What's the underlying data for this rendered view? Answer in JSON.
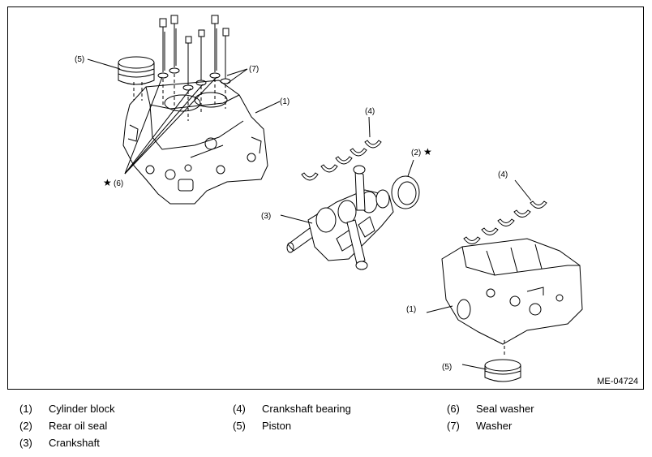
{
  "figure": {
    "id_label": "ME-04724",
    "callouts": {
      "c5_top": "(5)",
      "c7": "(7)",
      "c1_top": "(1)",
      "c4_top": "(4)",
      "c2": "(2)",
      "c6": "(6)",
      "c3": "(3)",
      "c4_bottom": "(4)",
      "c1_bottom": "(1)",
      "c5_bottom": "(5)"
    },
    "star_symbol": "★"
  },
  "legend": [
    {
      "num": "(1)",
      "label": "Cylinder block"
    },
    {
      "num": "(2)",
      "label": "Rear oil seal"
    },
    {
      "num": "(3)",
      "label": "Crankshaft"
    },
    {
      "num": "(4)",
      "label": "Crankshaft bearing"
    },
    {
      "num": "(5)",
      "label": "Piston"
    },
    {
      "num": "(6)",
      "label": "Seal washer"
    },
    {
      "num": "(7)",
      "label": "Washer"
    }
  ]
}
